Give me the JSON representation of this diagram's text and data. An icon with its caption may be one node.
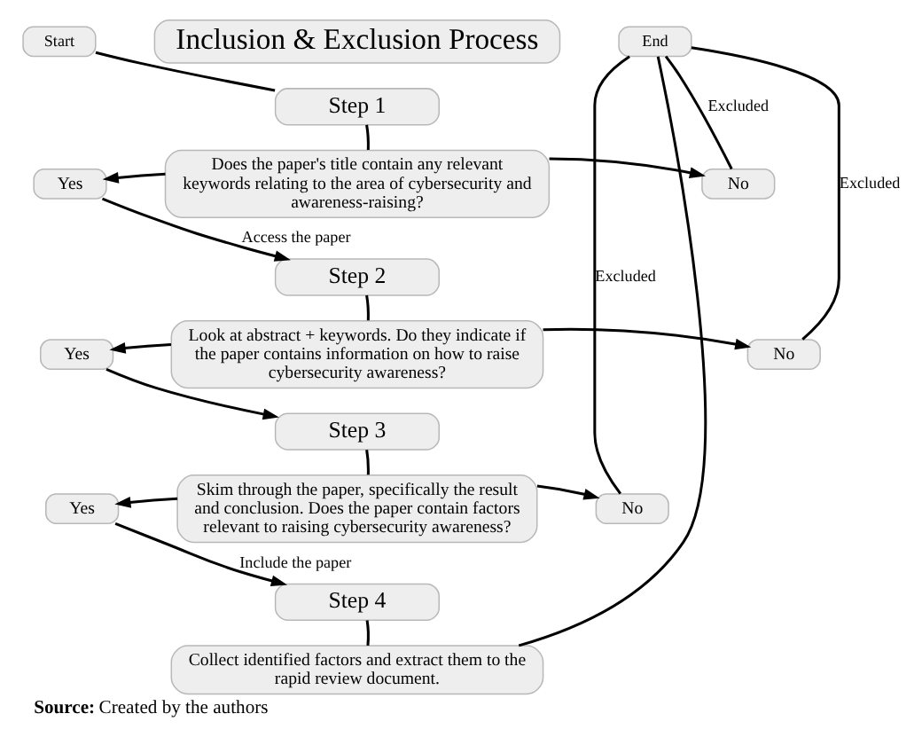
{
  "diagram": {
    "caption": "**Source:** Created by the authors",
    "nodes": [
      {
        "text": [
          "Start"
        ]
      },
      {
        "text": [
          "Inclusion & Exclusion Process"
        ]
      },
      {
        "text": [
          "End"
        ]
      },
      {
        "text": [
          "Step 1"
        ]
      },
      {
        "text": [
          "Does the paper's title contain any relevant keywords relating to the area of cybersecurity and awareness-raising?"
        ]
      },
      {
        "text": [
          "Yes"
        ]
      },
      {
        "text": [
          "No"
        ]
      },
      {
        "text": [
          "Step 2"
        ]
      },
      {
        "text": [
          "Look at abstract + keywords. Do they indicate if the paper contains information on how to raise cybersecurity awareness?"
        ]
      },
      {
        "text": [
          "Yes"
        ]
      },
      {
        "text": [
          "No"
        ]
      },
      {
        "text": [
          "Step 3"
        ]
      },
      {
        "text": [
          "Skim through the paper, specifically the result and conclusion. Does the paper contain factors relevant to raising cybersecurity awareness?"
        ]
      },
      {
        "text": [
          "Yes"
        ]
      },
      {
        "text": [
          "No"
        ]
      },
      {
        "text": [
          "Step 4"
        ]
      },
      {
        "text": [
          "Collect identified factors and extract them to the rapid review document."
        ]
      }
    ],
    "edges": [
      {
        "from": 0,
        "to": 3,
        "arrow": "none"
      },
      {
        "from": 3,
        "to": 4,
        "arrow": "none"
      },
      {
        "from": 4,
        "to": 5,
        "arrow": "to"
      },
      {
        "from": 4,
        "to": 6,
        "arrow": "to"
      },
      {
        "from": 6,
        "to": 2,
        "label": "Excluded",
        "arrow": "none"
      },
      {
        "from": 5,
        "to": 7,
        "label": "Access the paper",
        "arrow": "to"
      },
      {
        "from": 7,
        "to": 8,
        "arrow": "none"
      },
      {
        "from": 8,
        "to": 9,
        "arrow": "to"
      },
      {
        "from": 8,
        "to": 10,
        "arrow": "to"
      },
      {
        "from": 10,
        "to": 2,
        "label": "Excluded",
        "arrow": "none"
      },
      {
        "from": 9,
        "to": 11,
        "arrow": "to"
      },
      {
        "from": 11,
        "to": 12,
        "arrow": "none"
      },
      {
        "from": 12,
        "to": 13,
        "arrow": "to"
      },
      {
        "from": 12,
        "to": 14,
        "arrow": "to"
      },
      {
        "from": 14,
        "to": 2,
        "label": "Excluded",
        "arrow": "none"
      },
      {
        "from": 13,
        "to": 15,
        "label": "Include the paper",
        "arrow": "to"
      },
      {
        "from": 15,
        "to": 16,
        "arrow": "none"
      },
      {
        "from": 16,
        "to": 2,
        "arrow": "none"
      }
    ]
  }
}
